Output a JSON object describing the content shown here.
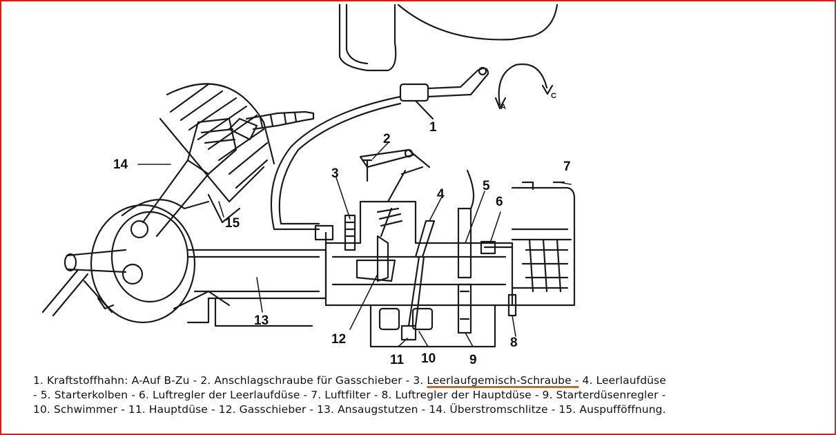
{
  "labels": {
    "n1": "1",
    "n2": "2",
    "n3": "3",
    "n4": "4",
    "n5": "5",
    "n6": "6",
    "n7": "7",
    "n8": "8",
    "n9": "9",
    "n10": "10",
    "n11": "11",
    "n12": "12",
    "n13": "13",
    "n14": "14",
    "n15": "15",
    "arrow_a": "A",
    "arrow_c": "C"
  },
  "caption": {
    "line1_prefix": "1. Kraftstoffhahn: A-Auf B-Zu - 2. Anschlagschraube für Gasschieber - 3. ",
    "line1_highlight": "Leerlaufgemisch-Schraube -",
    "line1_suffix": " 4. Leerlaufdüse",
    "line2": "- 5. Starterkolben - 6. Luftregler der Leerlaufdüse - 7. Luftfilter - 8. Luftregler der Hauptdüse - 9. Starterdüsenregler -",
    "line3": "10. Schwimmer - 11. Hauptdüse - 12. Gasschieber - 13. Ansaugstutzen - 14. Überstromschlitze - 15. Auspufföffnung."
  },
  "colors": {
    "border": "#d91c1c",
    "highlight_underline": "#e0601a"
  }
}
